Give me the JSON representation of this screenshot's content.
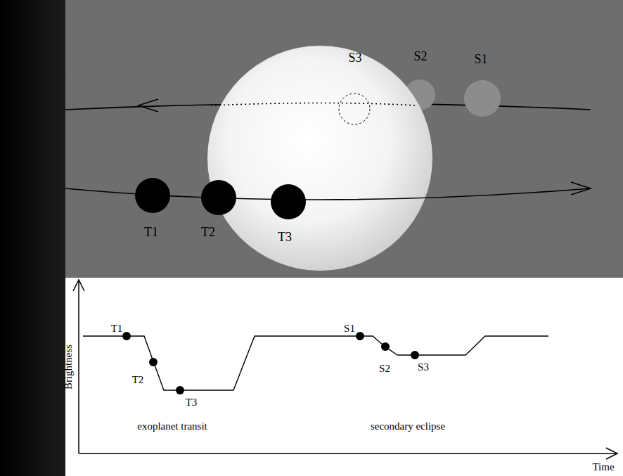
{
  "diagram": {
    "labels": [
      "S3",
      "S2",
      "S1",
      "T1",
      "T2",
      "T3",
      "Brightness",
      "T1",
      "T2",
      "T3",
      "S1",
      "S2",
      "S3",
      "exoplanet transit",
      "secondary eclipse",
      "Time"
    ]
  }
}
